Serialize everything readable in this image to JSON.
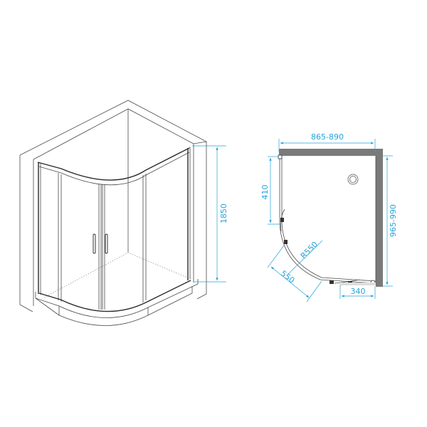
{
  "diagram": {
    "type": "technical-drawing",
    "subject": "quarter-round sliding shower enclosure",
    "colors": {
      "line": "#4a4a4a",
      "dimension": "#29a3d6",
      "wall_fill": "#7a7a7a",
      "background": "#ffffff"
    },
    "isometric_view": {
      "height_dim": "1850"
    },
    "plan_view": {
      "width_dim": "865-890",
      "depth_dim": "965-990",
      "fixed_panel_dim": "410",
      "door_opening_dim": "550",
      "radius_dim": "R550",
      "bottom_fixed_dim": "340"
    }
  }
}
